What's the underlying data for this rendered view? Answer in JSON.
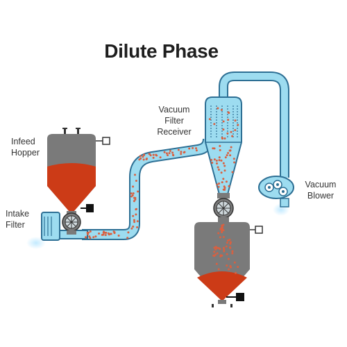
{
  "title": "Dilute Phase",
  "labels": {
    "infeed_hopper": [
      "Infeed",
      "Hopper"
    ],
    "intake_filter": [
      "Intake",
      "Filter"
    ],
    "vacuum_filter_receiver": [
      "Vacuum",
      "Filter",
      "Receiver"
    ],
    "vacuum_blower": [
      "Vacuum",
      "Blower"
    ]
  },
  "colors": {
    "pipe_fill": "#9ddcf0",
    "pipe_edge": "#2d6f94",
    "vessel_grey": "#7a7a7a",
    "material_red": "#cc3b17",
    "particle": "#d96040",
    "valve_black": "#111111"
  }
}
